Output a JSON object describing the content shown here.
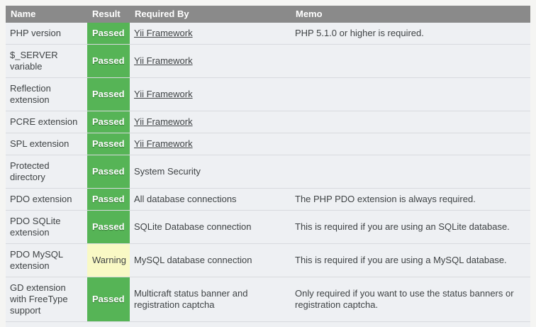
{
  "colors": {
    "header_bg": "#8a8a8a",
    "header_text": "#ffffff",
    "row_bg": "#eef0f3",
    "row_border": "#d8dade",
    "page_bg": "#f5f5f3",
    "text": "#3f4345",
    "passed_bg": "#56b456",
    "passed_text": "#ffffff",
    "warning_bg": "#f9f9c5",
    "warning_text": "#3f4345"
  },
  "table": {
    "headers": {
      "name": "Name",
      "result": "Result",
      "required_by": "Required By",
      "memo": "Memo"
    },
    "rows": [
      {
        "name": "PHP version",
        "result": "Passed",
        "result_type": "passed",
        "required_by": "Yii Framework",
        "required_by_is_link": true,
        "memo": "PHP 5.1.0 or higher is required."
      },
      {
        "name": "$_SERVER variable",
        "result": "Passed",
        "result_type": "passed",
        "required_by": "Yii Framework",
        "required_by_is_link": true,
        "memo": ""
      },
      {
        "name": "Reflection extension",
        "result": "Passed",
        "result_type": "passed",
        "required_by": "Yii Framework",
        "required_by_is_link": true,
        "memo": ""
      },
      {
        "name": "PCRE extension",
        "result": "Passed",
        "result_type": "passed",
        "required_by": "Yii Framework",
        "required_by_is_link": true,
        "memo": ""
      },
      {
        "name": "SPL extension",
        "result": "Passed",
        "result_type": "passed",
        "required_by": "Yii Framework",
        "required_by_is_link": true,
        "memo": ""
      },
      {
        "name": "Protected directory",
        "result": "Passed",
        "result_type": "passed",
        "required_by": "System Security",
        "required_by_is_link": false,
        "memo": ""
      },
      {
        "name": "PDO extension",
        "result": "Passed",
        "result_type": "passed",
        "required_by": "All database connections",
        "required_by_is_link": false,
        "memo": "The PHP PDO extension is always required."
      },
      {
        "name": "PDO SQLite extension",
        "result": "Passed",
        "result_type": "passed",
        "required_by": "SQLite Database connection",
        "required_by_is_link": false,
        "memo": "This is required if you are using an SQLite database."
      },
      {
        "name": "PDO MySQL extension",
        "result": "Warning",
        "result_type": "warning",
        "required_by": "MySQL database connection",
        "required_by_is_link": false,
        "memo": "This is required if you are using a MySQL database."
      },
      {
        "name": "GD extension with FreeType support",
        "result": "Passed",
        "result_type": "passed",
        "required_by": "Multicraft status banner and registration captcha",
        "required_by_is_link": false,
        "memo": "Only required if you want to use the status banners or registration captcha."
      }
    ]
  }
}
